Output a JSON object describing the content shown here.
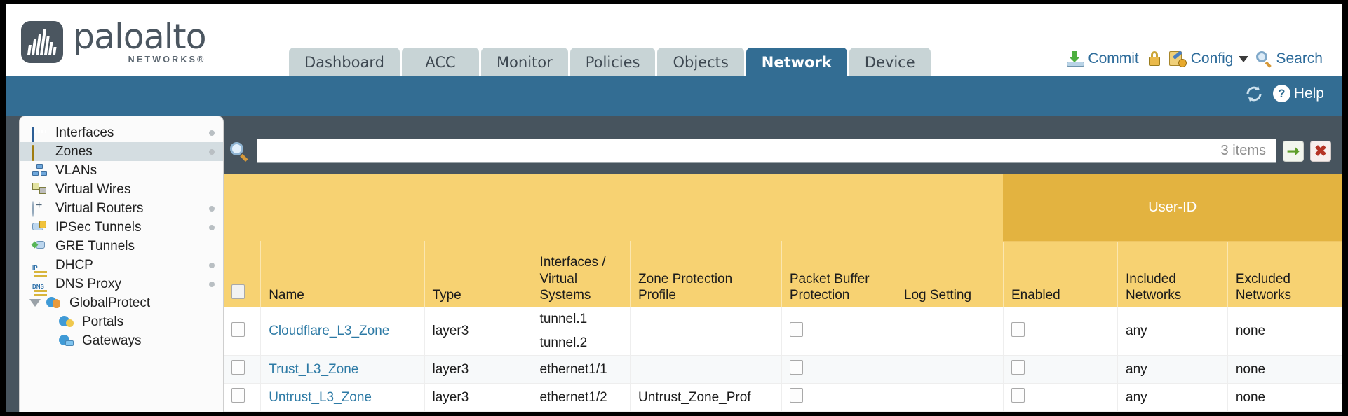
{
  "brand": {
    "name": "paloalto",
    "tagline": "NETWORKS",
    "registered": "®"
  },
  "nav": {
    "tabs": [
      {
        "label": "Dashboard",
        "active": false
      },
      {
        "label": "ACC",
        "active": false
      },
      {
        "label": "Monitor",
        "active": false
      },
      {
        "label": "Policies",
        "active": false
      },
      {
        "label": "Objects",
        "active": false
      },
      {
        "label": "Network",
        "active": true
      },
      {
        "label": "Device",
        "active": false
      }
    ]
  },
  "toolbar": {
    "commit_label": "Commit",
    "commit_icon": "commit-download-icon",
    "lock_icon": "padlock-icon",
    "config_label": "Config",
    "config_icon": "config-wrench-icon",
    "config_caret": "chevron-down-icon",
    "search_label": "Search",
    "search_icon": "magnifier-icon"
  },
  "band": {
    "refresh_icon": "refresh-icon",
    "help_label": "Help",
    "help_icon": "help-question-icon"
  },
  "sidebar": {
    "items": [
      {
        "label": "Interfaces",
        "icon": "interfaces-icon",
        "selected": false,
        "dot": true,
        "child": false,
        "tri": false
      },
      {
        "label": "Zones",
        "icon": "zones-icon",
        "selected": true,
        "dot": true,
        "child": false,
        "tri": false
      },
      {
        "label": "VLANs",
        "icon": "vlans-icon",
        "selected": false,
        "dot": false,
        "child": false,
        "tri": false
      },
      {
        "label": "Virtual Wires",
        "icon": "virtual-wires-icon",
        "selected": false,
        "dot": false,
        "child": false,
        "tri": false
      },
      {
        "label": "Virtual Routers",
        "icon": "virtual-routers-icon",
        "selected": false,
        "dot": true,
        "child": false,
        "tri": false
      },
      {
        "label": "IPSec Tunnels",
        "icon": "ipsec-tunnels-icon",
        "selected": false,
        "dot": true,
        "child": false,
        "tri": false
      },
      {
        "label": "GRE Tunnels",
        "icon": "gre-tunnels-icon",
        "selected": false,
        "dot": false,
        "child": false,
        "tri": false
      },
      {
        "label": "DHCP",
        "icon": "dhcp-icon",
        "selected": false,
        "dot": true,
        "child": false,
        "tri": false
      },
      {
        "label": "DNS Proxy",
        "icon": "dns-proxy-icon",
        "selected": false,
        "dot": true,
        "child": false,
        "tri": false
      },
      {
        "label": "GlobalProtect",
        "icon": "globalprotect-icon",
        "selected": false,
        "dot": false,
        "child": false,
        "tri": true
      },
      {
        "label": "Portals",
        "icon": "portals-icon",
        "selected": false,
        "dot": false,
        "child": true,
        "tri": false
      },
      {
        "label": "Gateways",
        "icon": "gateways-icon",
        "selected": false,
        "dot": false,
        "child": true,
        "tri": false
      }
    ]
  },
  "search": {
    "value": "",
    "placeholder": "",
    "items_count": "3 items",
    "apply_icon": "green-arrow-apply-icon",
    "clear_icon": "red-x-clear-icon",
    "magnifier_icon": "search-magnifier-icon"
  },
  "table": {
    "group_header": {
      "label": "User-ID",
      "spans": 3
    },
    "columns": [
      "Name",
      "Type",
      "Interfaces / Virtual Systems",
      "Zone Protection Profile",
      "Packet Buffer Protection",
      "Log Setting",
      "Enabled",
      "Included Networks",
      "Excluded Networks"
    ],
    "select_all_checkbox": false,
    "rows": [
      {
        "selected": false,
        "name": "Cloudflare_L3_Zone",
        "type": "layer3",
        "interfaces": [
          "tunnel.1",
          "tunnel.2"
        ],
        "zone_protection_profile": "",
        "packet_buffer_protection": false,
        "log_setting": "",
        "userid_enabled": false,
        "included_networks": "any",
        "excluded_networks": "none"
      },
      {
        "selected": false,
        "name": "Trust_L3_Zone",
        "type": "layer3",
        "interfaces": [
          "ethernet1/1"
        ],
        "zone_protection_profile": "",
        "packet_buffer_protection": false,
        "log_setting": "",
        "userid_enabled": false,
        "included_networks": "any",
        "excluded_networks": "none"
      },
      {
        "selected": false,
        "name": "Untrust_L3_Zone",
        "type": "layer3",
        "interfaces": [
          "ethernet1/2"
        ],
        "zone_protection_profile": "Untrust_Zone_Prof",
        "packet_buffer_protection": false,
        "log_setting": "",
        "userid_enabled": false,
        "included_networks": "any",
        "excluded_networks": "none"
      }
    ]
  },
  "colors": {
    "brand_slate": "#4b5660",
    "tab_inactive": "#c8d4d6",
    "tab_active": "#336d93",
    "band_blue": "#336d93",
    "content_dark": "#47545e",
    "header_amber": "#f7d272",
    "group_amber": "#e3b340",
    "link_blue": "#2d7aa5"
  }
}
